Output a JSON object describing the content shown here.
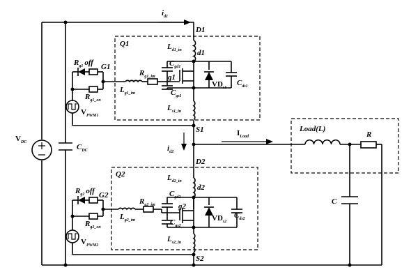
{
  "labels": {
    "vdc_main": "V",
    "vdc_sub": "DC",
    "cdc_main": "C",
    "cdc_sub": "DC",
    "id1_main": "i",
    "id1_sub": "d1",
    "id2_main": "i",
    "id2_sub": "d2",
    "iload_main": "I",
    "iload_sub": "Load",
    "d1": "D1",
    "s1": "S1",
    "d2": "D2",
    "s2": "S2",
    "q1": "Q1",
    "q2": "Q2",
    "g1": "G1",
    "g2": "G2",
    "d1_node": "d1",
    "g1_node": "g1",
    "d2_node": "d2",
    "g2_node": "g2",
    "rg1off_main": "R",
    "rg1off_sub": "g1",
    "off1": "off",
    "rg1on_main": "R",
    "rg1on_sub": "g1_on",
    "rg2off_main": "R",
    "rg2off_sub": "g2",
    "off2": "off",
    "rg2on_main": "R",
    "rg2on_sub": "g2_on",
    "vpwm1_main": "V",
    "vpwm1_sub": "PWM1",
    "vpwm2_main": "V",
    "vpwm2_sub": "PWM2",
    "lg1_main": "L",
    "lg1_sub": "g1_im",
    "rg1im_main": "R",
    "rg1im_sub": "g1_im",
    "lg2_main": "L",
    "lg2_sub": "g2_im",
    "rg2im_main": "R",
    "rg2im_sub": "g2_im",
    "ld1_main": "L",
    "ld1_sub": "d1_in",
    "ls1_main": "L",
    "ls1_sub": "s1_in",
    "ld2_main": "L",
    "ld2_sub": "d2_in",
    "ls2_main": "L",
    "ls2_sub": "s2_in",
    "cgd1_main": "C",
    "cgd1_sub": "gd1",
    "cgs1_main": "C",
    "cgs1_sub": "gs1",
    "cgd2_main": "C",
    "cgd2_sub": "gd2",
    "cgs2_main": "C",
    "cgs2_sub": "gs2",
    "vds1_main": "VD",
    "vds1_sub": "s1",
    "vds2_main": "VD",
    "vds2_sub": "s2",
    "cds1_main": "C",
    "cds1_sub": "ds1",
    "cds2_main": "C",
    "cds2_sub": "ds2",
    "load": "Load(L)",
    "r": "R",
    "c": "C"
  }
}
